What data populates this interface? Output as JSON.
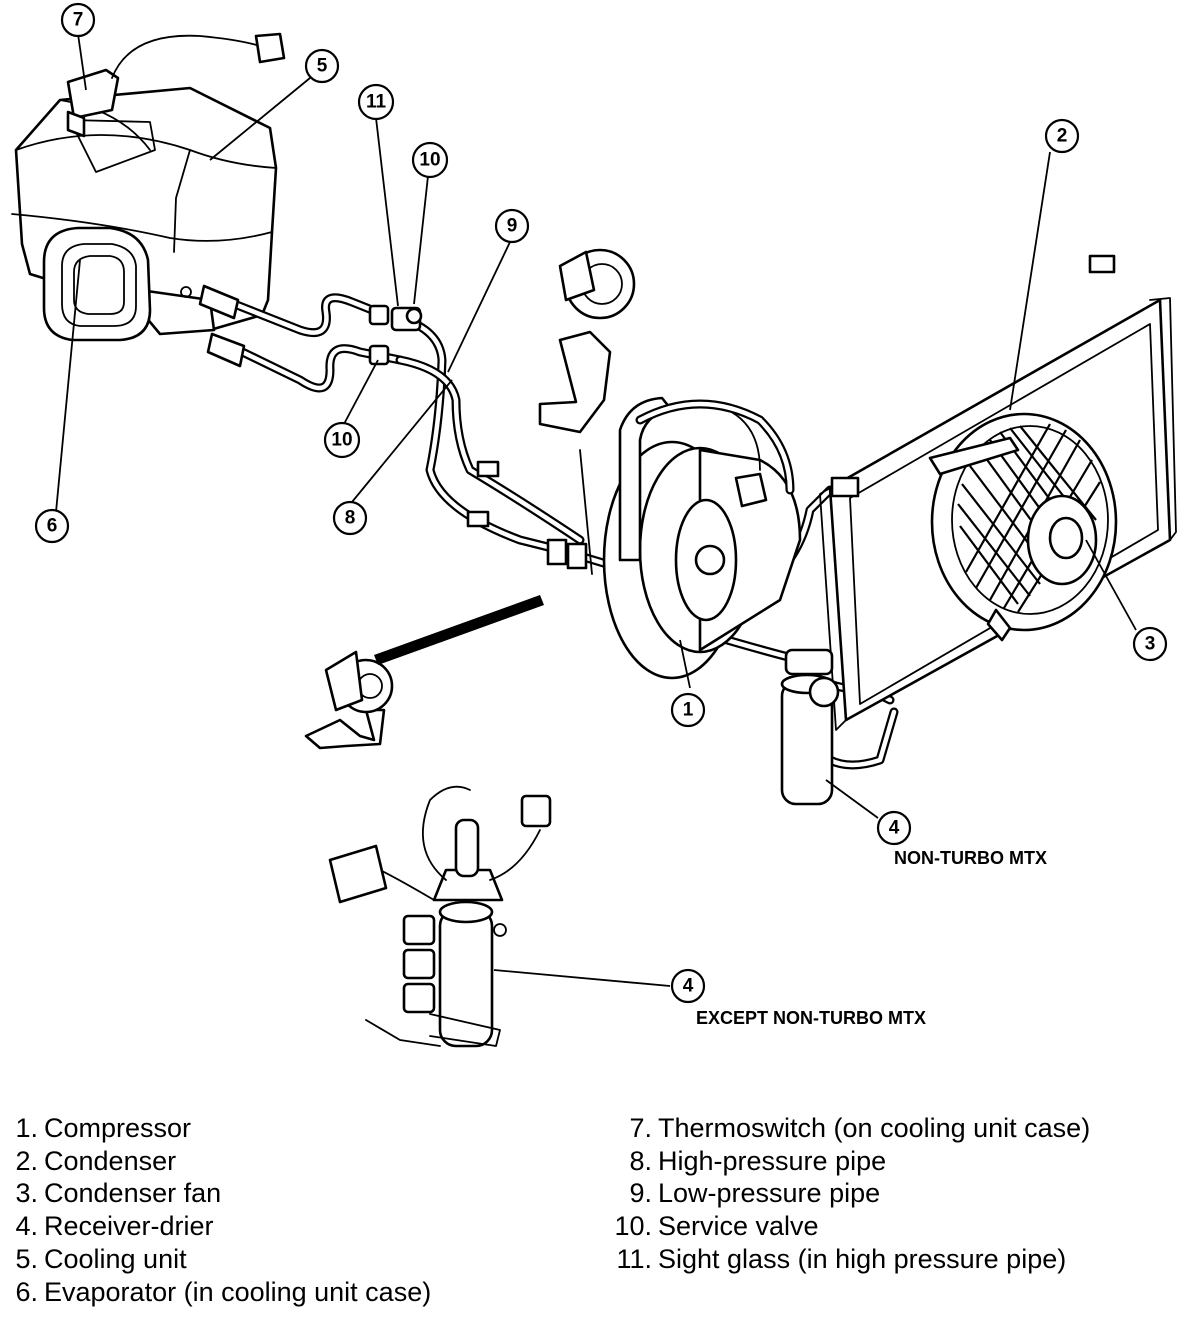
{
  "callouts": {
    "c1": "1",
    "c2": "2",
    "c3": "3",
    "c4a": "4",
    "c4b": "4",
    "c5": "5",
    "c6": "6",
    "c7": "7",
    "c8": "8",
    "c9": "9",
    "c10a": "10",
    "c10b": "10",
    "c11": "11"
  },
  "variant_labels": {
    "non_turbo": "NON-TURBO MTX",
    "except_non_turbo": "EXCEPT NON-TURBO MTX"
  },
  "legend": [
    {
      "num": "1.",
      "label": "Compressor"
    },
    {
      "num": "2.",
      "label": "Condenser"
    },
    {
      "num": "3.",
      "label": "Condenser fan"
    },
    {
      "num": "4.",
      "label": "Receiver-drier"
    },
    {
      "num": "5.",
      "label": "Cooling unit"
    },
    {
      "num": "6.",
      "label": "Evaporator (in cooling unit case)"
    },
    {
      "num": "7.",
      "label": "Thermoswitch (on cooling unit case)"
    },
    {
      "num": "8.",
      "label": "High-pressure pipe"
    },
    {
      "num": "9.",
      "label": "Low-pressure pipe"
    },
    {
      "num": "10.",
      "label": "Service valve"
    },
    {
      "num": "11.",
      "label": "Sight glass (in high pressure pipe)"
    }
  ],
  "colors": {
    "ink": "#000000",
    "paper": "#ffffff"
  }
}
